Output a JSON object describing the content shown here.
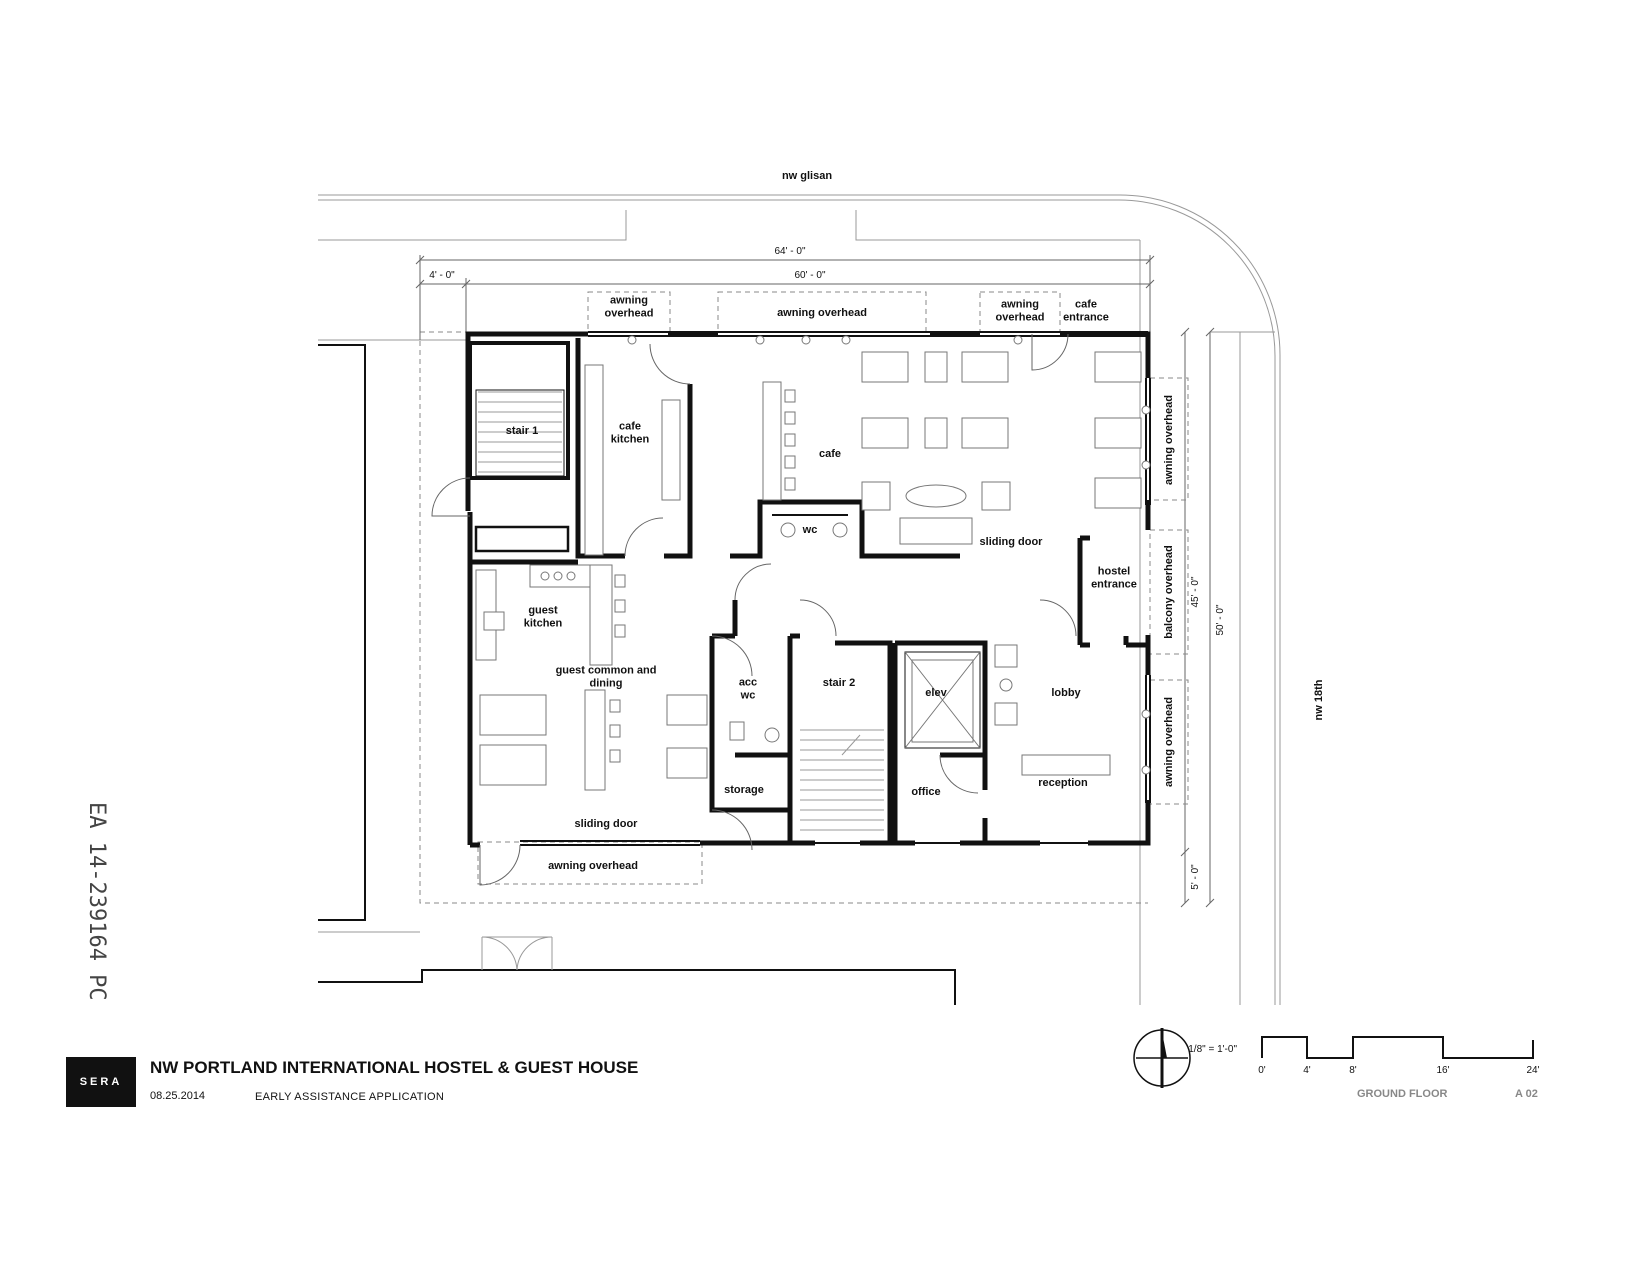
{
  "streets": {
    "north": "nw glisan",
    "east": "nw 18th"
  },
  "dimensions": {
    "overall_width": "64' - 0\"",
    "setback": "4' - 0\"",
    "building_width": "60' - 0\"",
    "depth_inner": "45' - 0\"",
    "depth_outer": "50' - 0\"",
    "sidewalk": "5' - 0\""
  },
  "rooms": {
    "awning_1": "awning|overhead",
    "awning_2": "awning overhead",
    "awning_3": "awning|overhead",
    "cafe_entrance": "cafe|entrance",
    "stair1": "stair 1",
    "cafe_kitchen": "cafe|kitchen",
    "cafe": "cafe",
    "wc": "wc",
    "sliding_door_1": "sliding door",
    "hostel_entrance": "hostel|entrance",
    "guest_kitchen": "guest|kitchen",
    "guest_common": "guest common and|dining",
    "acc_wc": "acc|wc",
    "stair2": "stair 2",
    "elev": "elev",
    "lobby": "lobby",
    "storage": "storage",
    "office": "office",
    "reception": "reception",
    "sliding_door_2": "sliding door",
    "awning_bottom": "awning overhead",
    "awning_east_1": "awning overhead",
    "balcony_east": "balcony overhead",
    "awning_east_2": "awning overhead"
  },
  "stamp": "EA 14-239164 PC",
  "scale": {
    "ratio": "1/8\" = 1'-0\"",
    "ticks": [
      "0'",
      "4'",
      "8'",
      "16'",
      "24'"
    ]
  },
  "title_block": {
    "logo": "SERA",
    "title": "NW PORTLAND INTERNATIONAL HOSTEL & GUEST HOUSE",
    "date": "08.25.2014",
    "subtitle": "EARLY ASSISTANCE APPLICATION",
    "sheet_name": "GROUND FLOOR",
    "sheet_number": "A 02"
  }
}
